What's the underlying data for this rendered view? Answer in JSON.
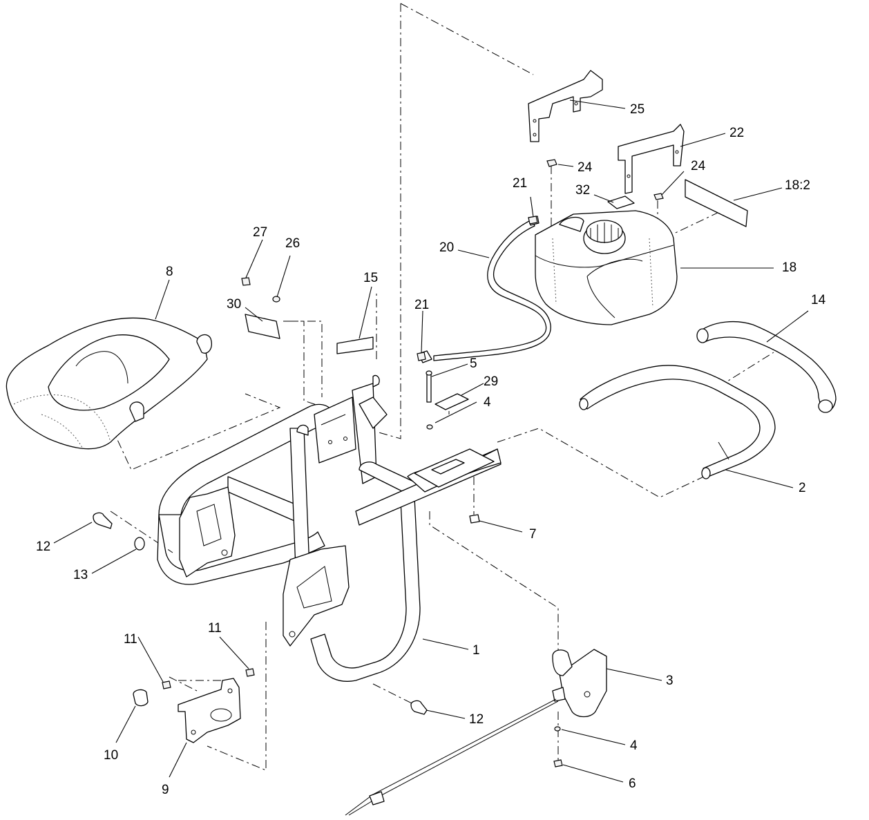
{
  "callouts": {
    "c1": "1",
    "c2": "2",
    "c3": "3",
    "c4a": "4",
    "c4b": "4",
    "c5": "5",
    "c6": "6",
    "c7": "7",
    "c8": "8",
    "c9": "9",
    "c10": "10",
    "c11a": "11",
    "c11b": "11",
    "c12a": "12",
    "c12b": "12",
    "c13": "13",
    "c14": "14",
    "c15": "15",
    "c18": "18",
    "c18_2": "18:2",
    "c20": "20",
    "c21a": "21",
    "c21b": "21",
    "c22": "22",
    "c24a": "24",
    "c24b": "24",
    "c25": "25",
    "c26": "26",
    "c27": "27",
    "c29": "29",
    "c30": "30",
    "c32": "32"
  }
}
